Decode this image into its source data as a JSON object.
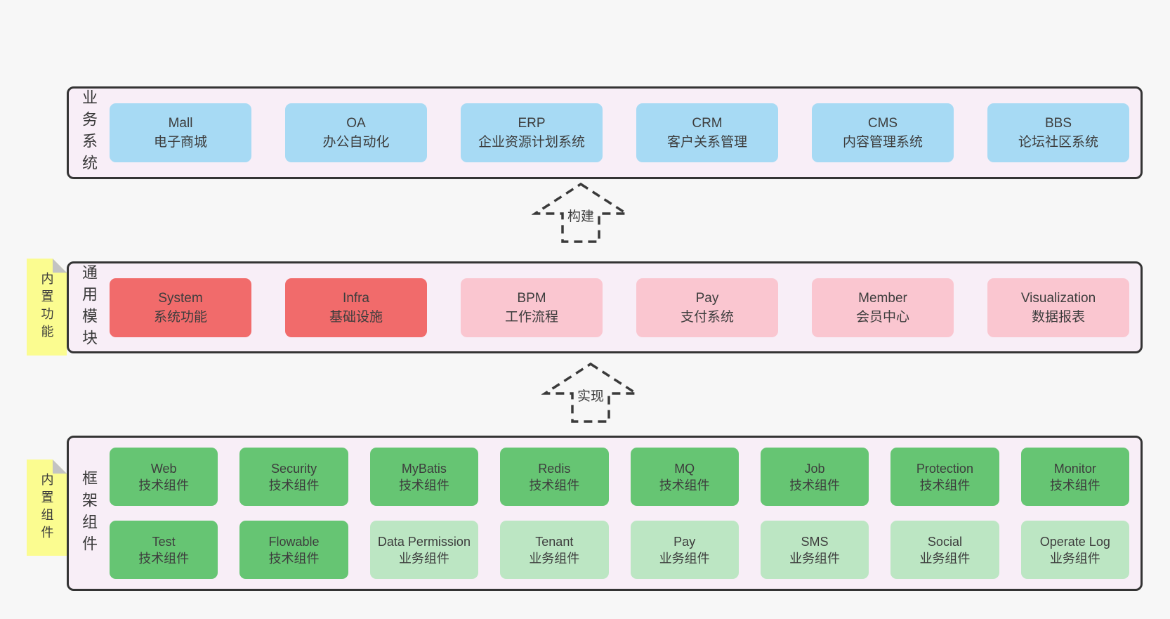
{
  "colors": {
    "page_bg": "#f7f7f7",
    "band_bg": "#f8eef7",
    "band_border": "#343434",
    "box_blue": "#a7daf4",
    "box_red": "#f16b6b",
    "box_pink": "#fac6d0",
    "box_green": "#66c573",
    "box_green_light": "#bce6c3",
    "note_yellow": "#fbfc90",
    "note_fold_gray": "#c3c3c3",
    "text": "#3d3d3d"
  },
  "arrows": [
    {
      "label": "构建"
    },
    {
      "label": "实现"
    }
  ],
  "bands": [
    {
      "label": "业务系统",
      "boxes": [
        {
          "name": "Mall",
          "desc": "电子商城"
        },
        {
          "name": "OA",
          "desc": "办公自动化"
        },
        {
          "name": "ERP",
          "desc": "企业资源计划系统"
        },
        {
          "name": "CRM",
          "desc": "客户关系管理"
        },
        {
          "name": "CMS",
          "desc": "内容管理系统"
        },
        {
          "name": "BBS",
          "desc": "论坛社区系统"
        }
      ]
    },
    {
      "label": "通用模块",
      "note": "内置功能",
      "boxes": [
        {
          "name": "System",
          "desc": "系统功能"
        },
        {
          "name": "Infra",
          "desc": "基础设施"
        },
        {
          "name": "BPM",
          "desc": "工作流程"
        },
        {
          "name": "Pay",
          "desc": "支付系统"
        },
        {
          "name": "Member",
          "desc": "会员中心"
        },
        {
          "name": "Visualization",
          "desc": "数据报表"
        }
      ]
    },
    {
      "label": "框架组件",
      "note": "内置组件",
      "row1": [
        {
          "name": "Web",
          "desc": "技术组件"
        },
        {
          "name": "Security",
          "desc": "技术组件"
        },
        {
          "name": "MyBatis",
          "desc": "技术组件"
        },
        {
          "name": "Redis",
          "desc": "技术组件"
        },
        {
          "name": "MQ",
          "desc": "技术组件"
        },
        {
          "name": "Job",
          "desc": "技术组件"
        },
        {
          "name": "Protection",
          "desc": "技术组件"
        },
        {
          "name": "Monitor",
          "desc": "技术组件"
        }
      ],
      "row2": [
        {
          "name": "Test",
          "desc": "技术组件"
        },
        {
          "name": "Flowable",
          "desc": "技术组件"
        },
        {
          "name": "Data Permission",
          "desc": "业务组件"
        },
        {
          "name": "Tenant",
          "desc": "业务组件"
        },
        {
          "name": "Pay",
          "desc": "业务组件"
        },
        {
          "name": "SMS",
          "desc": "业务组件"
        },
        {
          "name": "Social",
          "desc": "业务组件"
        },
        {
          "name": "Operate Log",
          "desc": "业务组件"
        }
      ]
    }
  ]
}
